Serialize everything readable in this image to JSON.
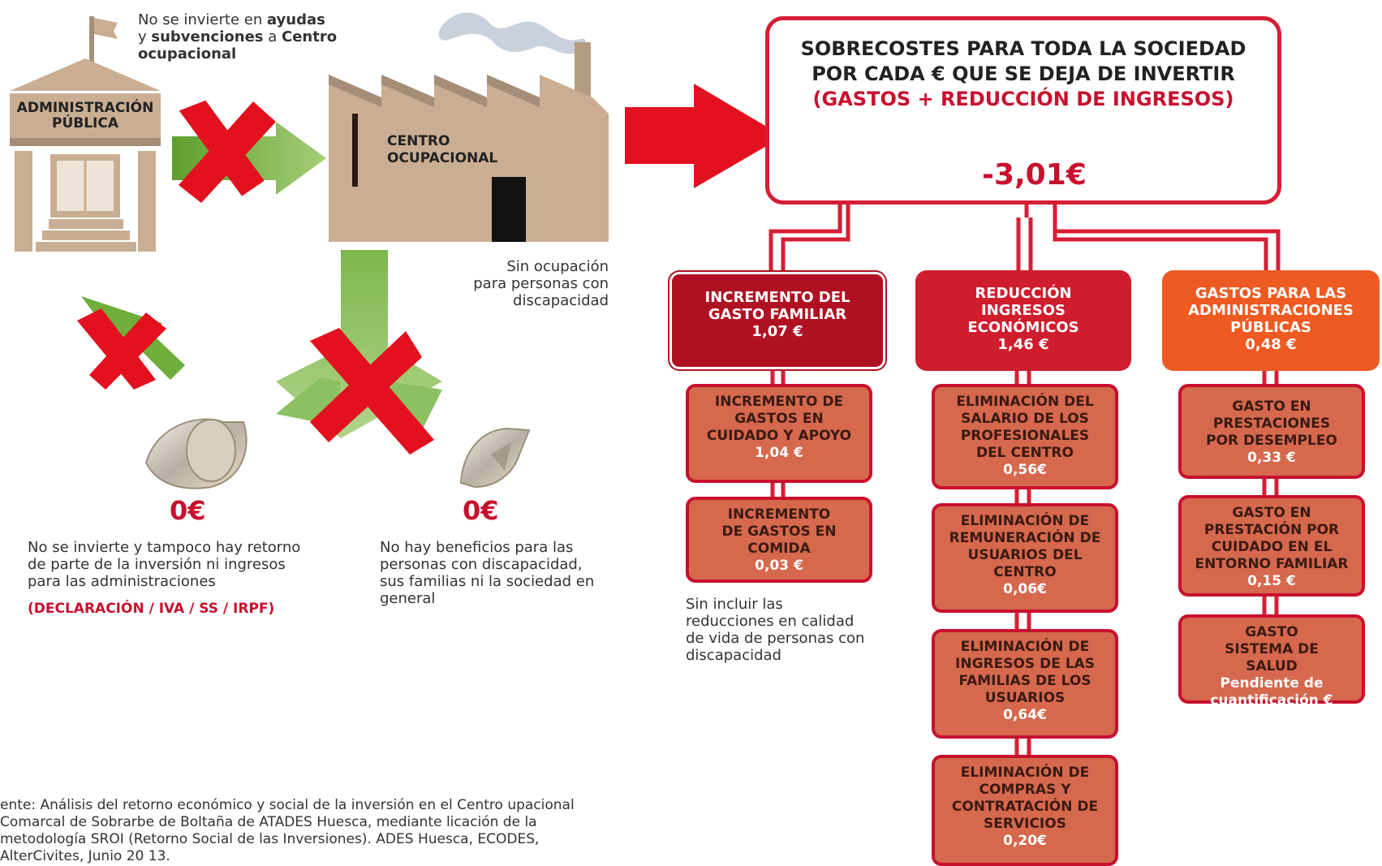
{
  "left": {
    "admin_note": [
      "No se invierte en ",
      "ayudas",
      " y ",
      "subvenciones",
      " a ",
      "Centro",
      " ocupacional"
    ],
    "admin_label": "ADMINISTRACIÓN PÚBLICA",
    "factory_label": "CENTRO OCUPACIONAL",
    "factory_note": "Sin ocupación para personas con discapacidad",
    "zero1": "0€",
    "zero2": "0€",
    "note1": "No se invierte y tampoco hay retorno de parte de la inversión ni ingresos para las administraciones",
    "note1_tag": "(DECLARACIÓN / IVA / SS / IRPF)",
    "note2": "No hay beneficios para las personas con discapacidad, sus familias ni la sociedad en general",
    "source": "ente: Análisis del retorno económico y social de la inversión en el Centro upacional Comarcal de Sobrarbe de Boltaña de ATADES Huesca, mediante licación de la metodología SROI (Retorno Social de las Inversiones). ADES Huesca, ECODES, AlterCivites, Junio 20 13."
  },
  "main": {
    "title_line1": "SOBRECOSTES PARA TODA LA SOCIEDAD",
    "title_line2": "POR CADA € QUE SE DEJA DE INVERTIR",
    "subtitle": "(GASTOS + REDUCCIÓN DE INGRESOS)",
    "value": "-3,01€"
  },
  "categories": [
    {
      "label": "INCREMENTO DEL GASTO FAMILIAR",
      "value": "1,07 €"
    },
    {
      "label": "REDUCCIÓN INGRESOS ECONÓMICOS",
      "value": "1,46 €"
    },
    {
      "label": "GASTOS PARA LAS ADMINISTRACIONES PÚBLICAS",
      "value": "0,48 €"
    }
  ],
  "col1": [
    {
      "label": "INCREMENTO DE GASTOS EN CUIDADO Y APOYO",
      "value": "1,04 €"
    },
    {
      "label": "INCREMENTO DE GASTOS EN COMIDA",
      "value": "0,03 €"
    }
  ],
  "col1_note": "Sin incluir las reducciones en calidad de vida de personas con discapacidad",
  "col2": [
    {
      "label": "ELIMINACIÓN DEL SALARIO DE LOS PROFESIONALES DEL CENTRO",
      "value": "0,56€"
    },
    {
      "label": "ELIMINACIÓN DE REMUNERACIÓN DE USUARIOS DEL CENTRO",
      "value": "0,06€"
    },
    {
      "label": "ELIMINACIÓN DE INGRESOS DE LAS FAMILIAS DE LOS USUARIOS",
      "value": "0,64€"
    },
    {
      "label": "ELIMINACIÓN DE COMPRAS Y CONTRATACIÓN DE SERVICIOS",
      "value": "0,20€"
    }
  ],
  "col3": [
    {
      "label": "GASTO EN PRESTACIONES POR DESEMPLEO",
      "value": "0,33 €"
    },
    {
      "label": "GASTO EN PRESTACIÓN POR CUIDADO EN EL ENTORNO FAMILIAR",
      "value": "0,15 €"
    },
    {
      "label": "GASTO SISTEMA DE SALUD",
      "value": "Pendiente de cuantificación €"
    }
  ],
  "colors": {
    "red": "#c8102e",
    "dark_red": "#b01122",
    "orange": "#ee5a21",
    "salmon": "#d6684d",
    "green": "#6fae3a",
    "tan": "#c9ae93"
  }
}
